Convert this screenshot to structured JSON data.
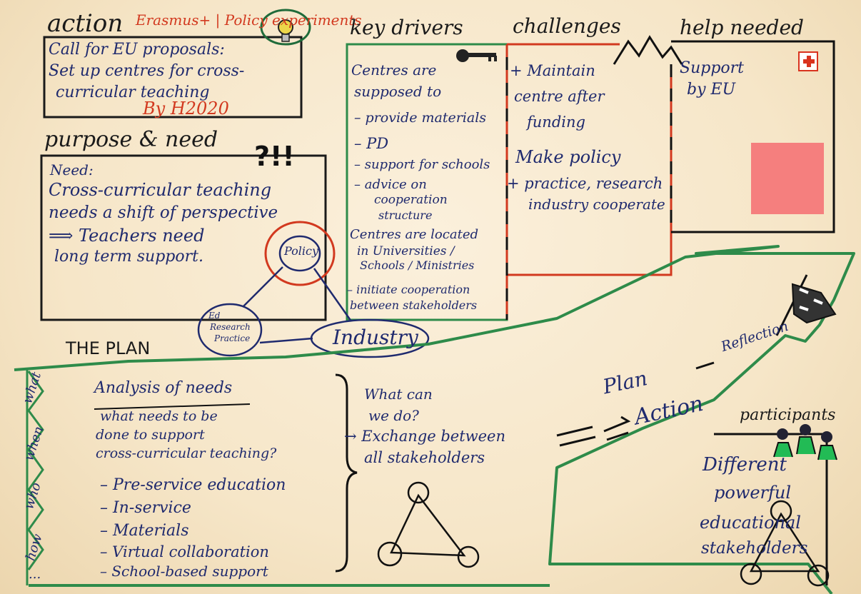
{
  "colors": {
    "blue_ink": "#1f2a6e",
    "red_ink": "#d2391f",
    "green_ink": "#2e8b4a",
    "sticky_note": "#f57f7e",
    "paper": "#f6e6c8"
  },
  "action": {
    "heading": "action",
    "subheading": "Erasmus+ | Policy experiments",
    "lines": [
      "Call for EU proposals:",
      "Set up centres for cross-",
      "curricular teaching"
    ],
    "funding": "By H2020"
  },
  "purpose": {
    "heading": "purpose & need",
    "lines": [
      "Need:",
      "Cross-curricular teaching",
      "needs a shift of perspective",
      "⟹ Teachers need",
      "long term support."
    ]
  },
  "triangle_top": {
    "policy": "Policy",
    "industry": "Industry",
    "ed_research": [
      "Ed",
      "Research",
      "Practice"
    ]
  },
  "drivers": {
    "heading": "key drivers",
    "lines": [
      "Centres are",
      "supposed to",
      "– provide materials",
      "– PD",
      "– support for schools",
      "– advice on",
      "cooperation",
      "structure",
      "Centres are located",
      "in Universities /",
      "Schools / Ministries",
      "– initiate cooperation",
      "between stakeholders"
    ]
  },
  "challenges": {
    "heading": "challenges",
    "lines": [
      "+ Maintain",
      "centre after",
      "funding",
      "Make policy",
      "+ practice, research",
      "industry cooperate"
    ]
  },
  "help": {
    "heading": "help needed",
    "lines": [
      "Support",
      "by EU"
    ]
  },
  "plan": {
    "heading": "THE PLAN",
    "side_labels": [
      "what",
      "when",
      "who",
      "how",
      "..."
    ],
    "analysis_title": "Analysis of needs",
    "analysis_lines": [
      "what needs to be",
      "done to support",
      "cross-curricular teaching?"
    ],
    "bullets": [
      "– Pre-service education",
      "– In-service",
      "– Materials",
      "– Virtual collaboration",
      "– School-based support"
    ],
    "whatcan_lines": [
      "What can",
      "we do?",
      "→ Exchange between",
      "all stakeholders"
    ],
    "steps": {
      "plan": "Plan",
      "action": "Action",
      "reflection": "Reflection"
    }
  },
  "participants": {
    "heading": "participants",
    "lines": [
      "Different",
      "powerful",
      "educational",
      "stakeholders"
    ]
  }
}
